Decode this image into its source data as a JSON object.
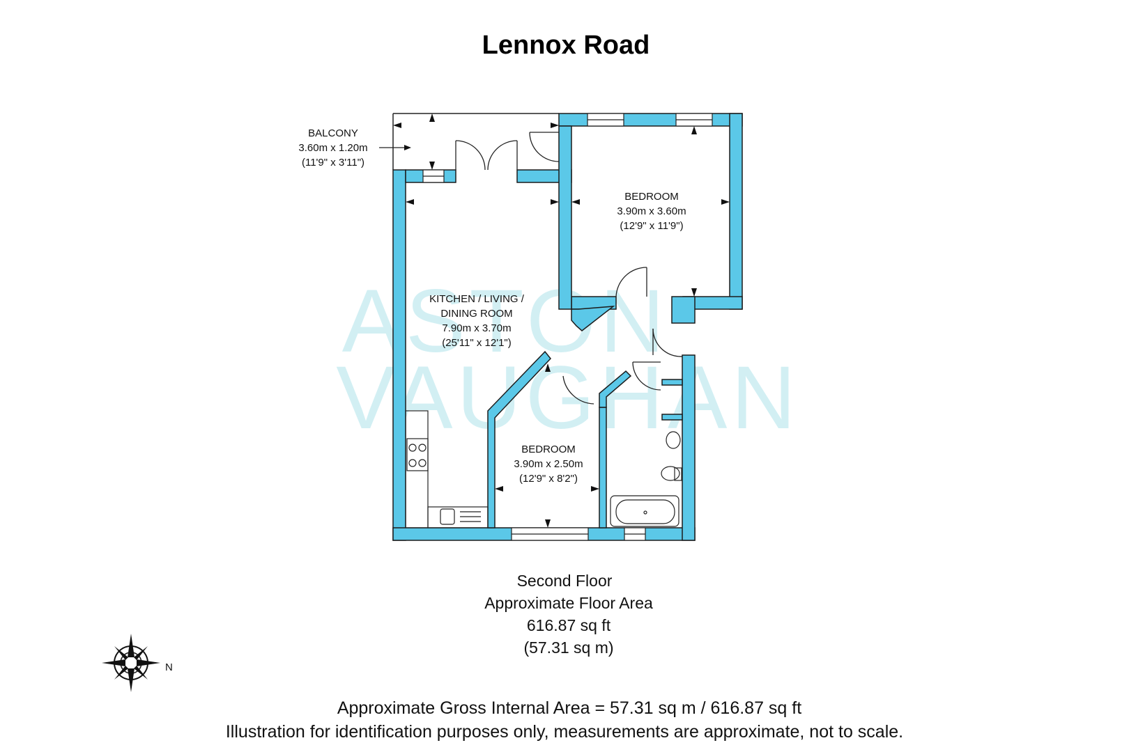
{
  "title": "Lennox Road",
  "watermark": {
    "line1": "ASTON",
    "line2": "VAUGHAN"
  },
  "rooms": {
    "balcony": {
      "name": "BALCONY",
      "metric": "3.60m x 1.20m",
      "imperial": "(11'9\" x 3'11\")"
    },
    "bedroom1": {
      "name": "BEDROOM",
      "metric": "3.90m x 3.60m",
      "imperial": "(12'9\" x 11'9\")"
    },
    "kitchen": {
      "name_line1": "KITCHEN / LIVING /",
      "name_line2": "DINING ROOM",
      "metric": "7.90m x 3.70m",
      "imperial": "(25'11\" x 12'1\")"
    },
    "bedroom2": {
      "name": "BEDROOM",
      "metric": "3.90m x 2.50m",
      "imperial": "(12'9\" x 8'2\")"
    }
  },
  "floor": {
    "name": "Second Floor",
    "label": "Approximate Floor Area",
    "sq_ft": "616.87 sq ft",
    "sq_m": "(57.31 sq m)"
  },
  "compass": {
    "label": "N"
  },
  "footer": {
    "gross_area": "Approximate Gross Internal Area = 57.31 sq m / 616.87 sq ft",
    "disclaimer": "Illustration for identification purposes only, measurements are approximate, not to scale."
  },
  "colors": {
    "wall": "#5bc8e8",
    "line": "#222222",
    "watermark": "#7fd3df"
  }
}
